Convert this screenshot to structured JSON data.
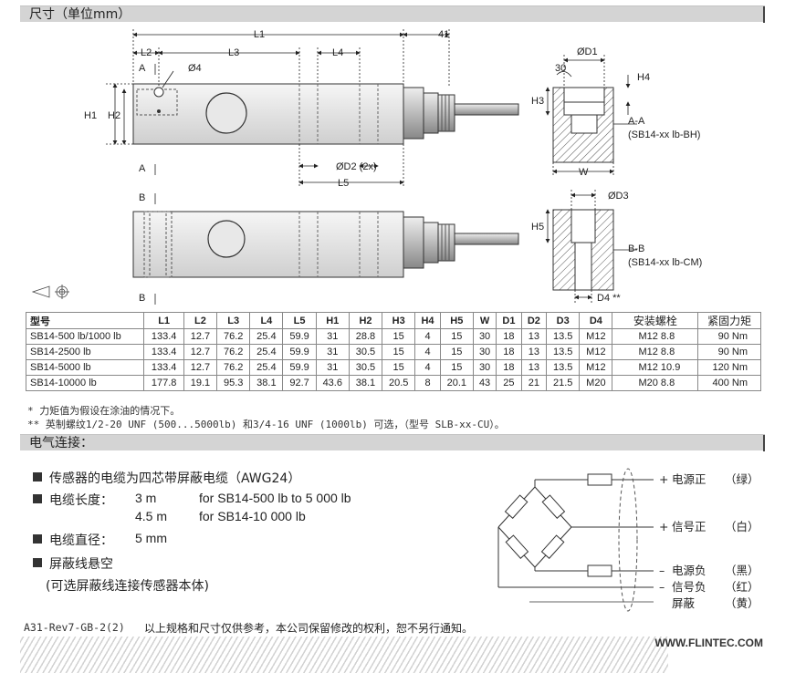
{
  "sections": {
    "dimensions_title": "尺寸（单位mm）",
    "electrical_title": "电气连接："
  },
  "drawing": {
    "labels": {
      "L1": "L1",
      "L2": "L2",
      "L3": "L3",
      "L4": "L4",
      "L5": "L5",
      "H1": "H1",
      "H2": "H2",
      "H3": "H3",
      "H4": "H4",
      "H5": "H5",
      "phi4": "Ø4",
      "D1": "ØD1",
      "D2": "ØD2 (2x)",
      "D3": "ØD3",
      "D4": "D4 **",
      "W": "W",
      "n41": "41",
      "n30": "30",
      "A_top": "A",
      "A_bottom": "A",
      "B_top": "B",
      "B_bottom": "B",
      "section_AA": "A-A",
      "section_AA_sub": "(SB14-xx lb-BH)",
      "section_BB": "B-B",
      "section_BB_sub": "(SB14-xx lb-CM)"
    }
  },
  "table": {
    "headers": [
      "型号",
      "L1",
      "L2",
      "L3",
      "L4",
      "L5",
      "H1",
      "H2",
      "H3",
      "H4",
      "H5",
      "W",
      "D1",
      "D2",
      "D3",
      "D4",
      "安装螺栓",
      "紧固力矩"
    ],
    "rows": [
      [
        "SB14-500 lb/1000 lb",
        "133.4",
        "12.7",
        "76.2",
        "25.4",
        "59.9",
        "31",
        "28.8",
        "15",
        "4",
        "15",
        "30",
        "18",
        "13",
        "13.5",
        "M12",
        "M12  8.8",
        "90 Nm"
      ],
      [
        "SB14-2500 lb",
        "133.4",
        "12.7",
        "76.2",
        "25.4",
        "59.9",
        "31",
        "30.5",
        "15",
        "4",
        "15",
        "30",
        "18",
        "13",
        "13.5",
        "M12",
        "M12  8.8",
        "90 Nm"
      ],
      [
        "SB14-5000 lb",
        "133.4",
        "12.7",
        "76.2",
        "25.4",
        "59.9",
        "31",
        "30.5",
        "15",
        "4",
        "15",
        "30",
        "18",
        "13",
        "13.5",
        "M12",
        "M12 10.9",
        "120 Nm"
      ],
      [
        "SB14-10000 lb",
        "177.8",
        "19.1",
        "95.3",
        "38.1",
        "92.7",
        "43.6",
        "38.1",
        "20.5",
        "8",
        "20.1",
        "43",
        "25",
        "21",
        "21.5",
        "M20",
        "M20  8.8",
        "400 Nm"
      ]
    ]
  },
  "notes": {
    "note1": "*  力矩值为假设在涂油的情况下。",
    "note2": "** 英制螺纹1/2-20 UNF (500...5000lb) 和3/4-16 UNF (1000lb) 可选，（型号 SLB-xx-CU）。"
  },
  "electrical": {
    "cable_type": "传感器的电缆为四芯带屏蔽电缆（AWG24）",
    "length_label": "电缆长度：",
    "length_1_value": "3 m",
    "length_1_desc": "for SB14-500 lb to 5 000 lb",
    "length_2_value": "4.5 m",
    "length_2_desc": "for SB14-10 000 lb",
    "diameter_label": "电缆直径：",
    "diameter_value": "5 mm",
    "shield_label": "屏蔽线悬空",
    "shield_option": "(可选屏蔽线连接传感器本体)"
  },
  "wiring": {
    "wires": [
      {
        "sign": "+",
        "name": "电源正",
        "color": "（绿）"
      },
      {
        "sign": "+",
        "name": "信号正",
        "color": "（白）"
      },
      {
        "sign": "–",
        "name": "电源负",
        "color": "（黑）"
      },
      {
        "sign": "–",
        "name": "信号负",
        "color": "（红）"
      },
      {
        "sign": "",
        "name": "屏蔽",
        "color": "（黄）"
      }
    ]
  },
  "footer": {
    "doc_code": "A31-Rev7-GB-2(2)",
    "disclaimer": "以上规格和尺寸仅供参考，本公司保留修改的权利，恕不另行通知。",
    "url": "WWW.FLINTEC.COM"
  }
}
